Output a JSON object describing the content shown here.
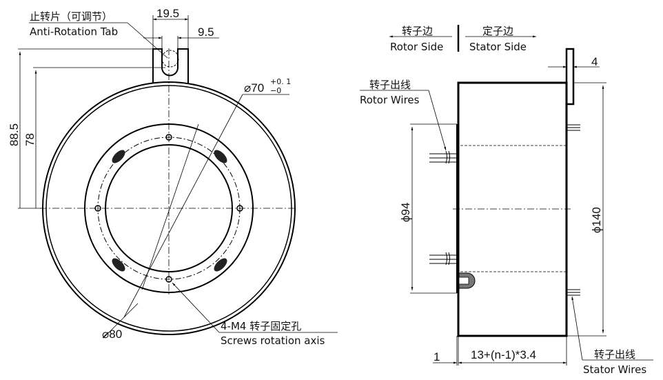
{
  "front_view": {
    "tab_label_cn": "止转片（可调节）",
    "tab_label_en": "Anti-Rotation Tab",
    "dim_tab_width": "19.5",
    "dim_slot_width": "9.5",
    "dim_height_outer": "88.5",
    "dim_height_inner": "78",
    "dim_bore": "⌀70",
    "dim_bore_tol_upper": "+0. 1",
    "dim_bore_tol_lower": "−0",
    "dim_pitch": "⌀80",
    "screw_label_cn": "4-M4 转子固定孔",
    "screw_label_en": "Screws rotation axis"
  },
  "side_view": {
    "rotor_side_cn": "转子边",
    "rotor_side_en": "Rotor Side",
    "stator_side_cn": "定子边",
    "stator_side_en": "Stator Side",
    "rotor_wires_cn": "转子出线",
    "rotor_wires_en": "Rotor Wires",
    "stator_wires_cn": "转子出线",
    "stator_wires_en": "Stator Wires",
    "dim_flange": "4",
    "dim_rotor_dia": "ϕ94",
    "dim_outer_dia": "ϕ140",
    "dim_offset": "1",
    "dim_length": "13+(n-1)*3.4"
  }
}
